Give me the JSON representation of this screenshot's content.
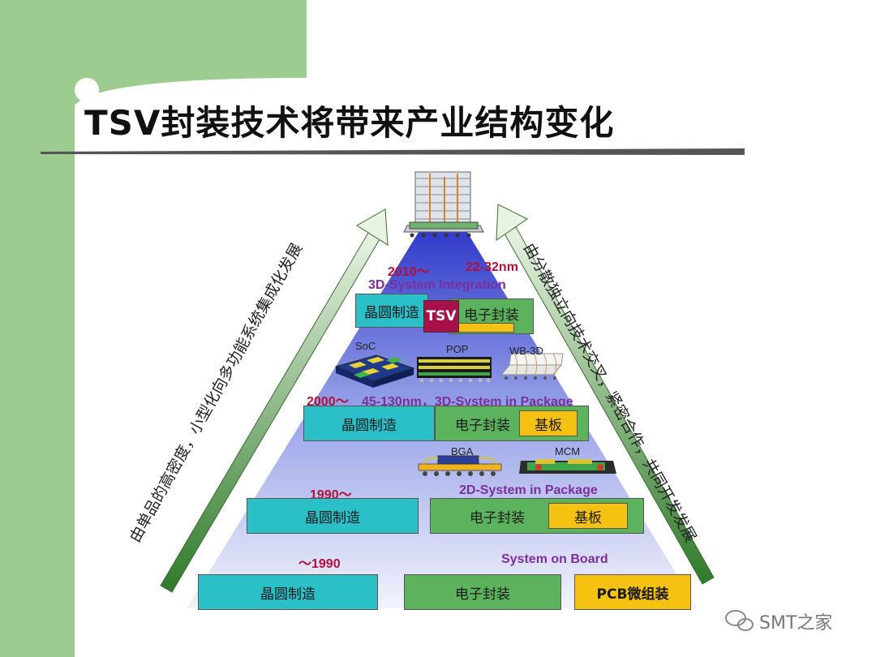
{
  "title": "TSV封装技术将带来产业结构变化",
  "left_arrow_text": "由单品的高密度，小型化向多功能系统集成化发展",
  "right_arrow_text": "由分散独立向技术交叉，紧密合作，共同开发发展",
  "tiers": {
    "t2010": {
      "era_year": "2010～",
      "era_node": "22-32nm",
      "era_label": "3D-System Integration",
      "wafer": "晶圆制造",
      "tsv": "TSV",
      "package": "电子封装"
    },
    "t2000": {
      "era": "2000～",
      "era_label": "45-130nm，3D-System in Package",
      "wafer": "晶圆制造",
      "package": "电子封装",
      "substrate": "基板",
      "icons": [
        "SoC",
        "POP",
        "WB-3D"
      ]
    },
    "t1990": {
      "era": "1990～",
      "era_label": "2D-System in Package",
      "wafer": "晶圆制造",
      "package": "电子封装",
      "substrate": "基板",
      "icons": [
        "BGA",
        "MCM"
      ]
    },
    "pre1990": {
      "era": "～1990",
      "era_label": "System on Board",
      "wafer": "晶圆制造",
      "package": "电子封装",
      "pcb": "PCB微组装"
    }
  },
  "watermark": "SMT之家",
  "colors": {
    "left_band": "#9ccc8f",
    "wafer": "#2bc0c7",
    "package": "#5db35d",
    "substrate": "#f5c211",
    "tsv": "#a8104a",
    "era_year": "#b0103a",
    "era_label": "#7a2f9e",
    "arrow": "#4a8f3a"
  }
}
